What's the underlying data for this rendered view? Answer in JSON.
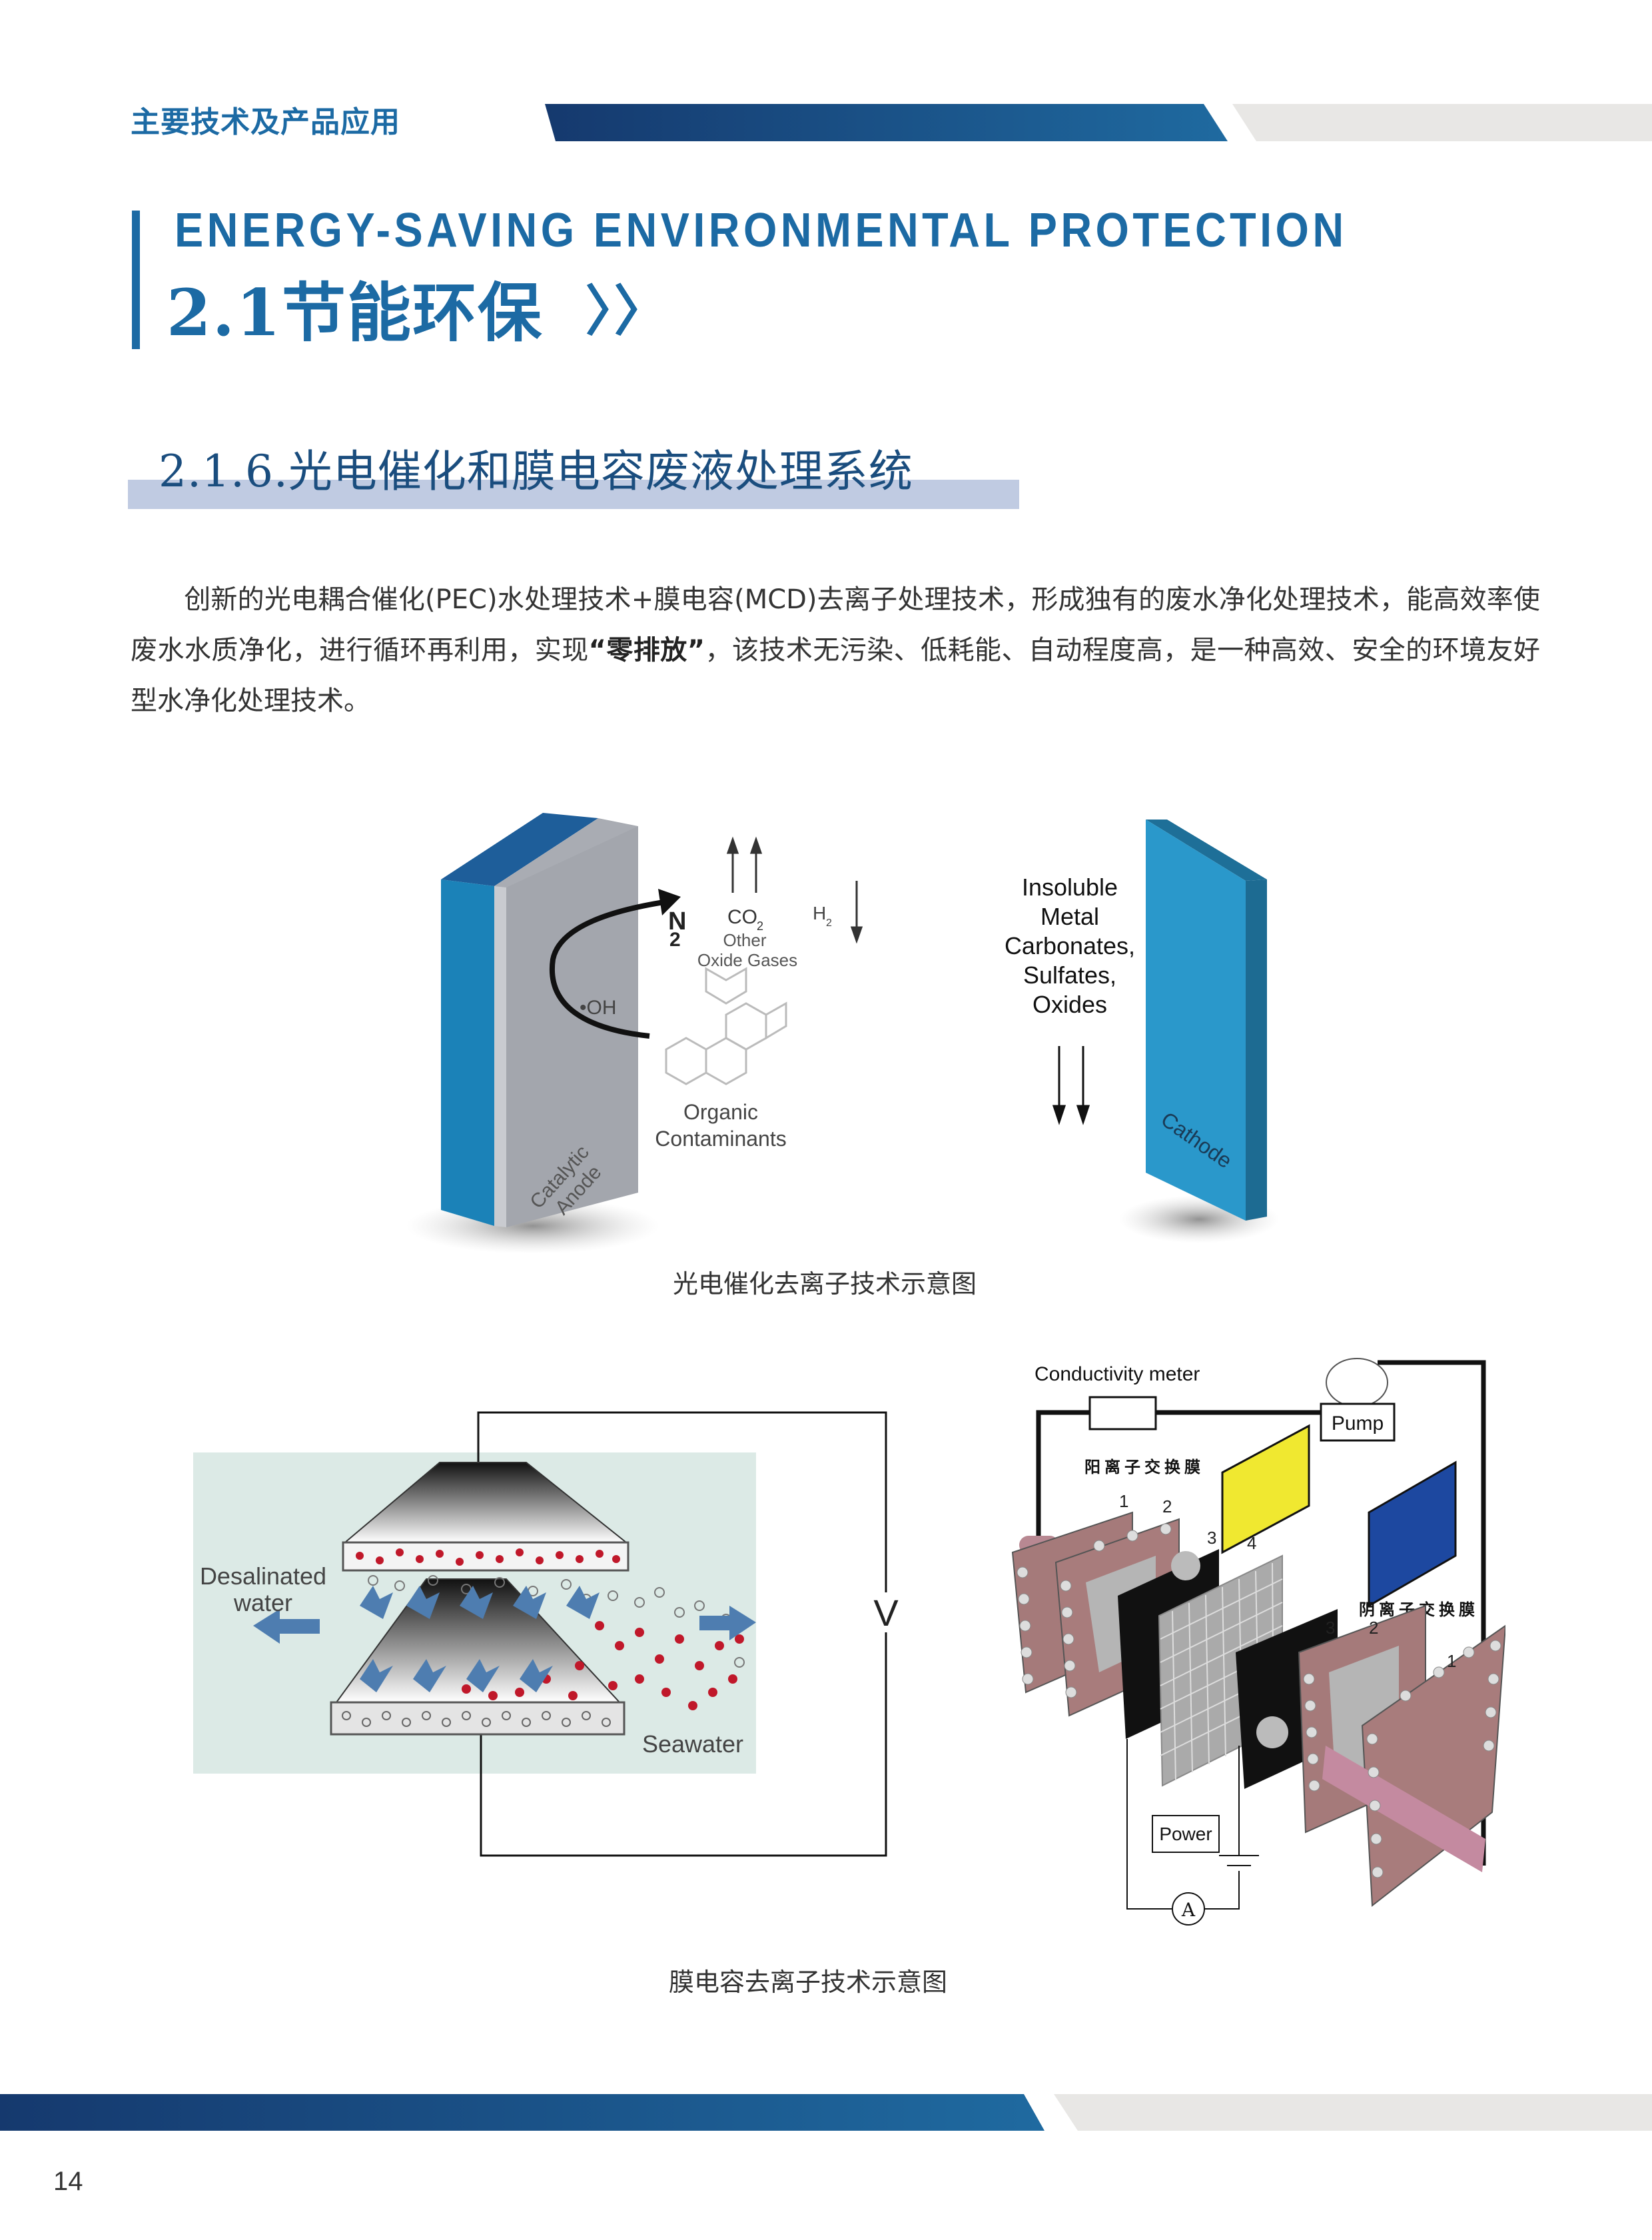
{
  "header": {
    "section_label": "主要技术及产品应用",
    "colors": {
      "blue_start": "#15396e",
      "blue_end": "#1f6aa0",
      "gray": "#e8e7e5",
      "accent": "#1c6aa4"
    }
  },
  "title": {
    "english": "ENERGY-SAVING ENVIRONMENTAL PROTECTION",
    "chinese": "2.1节能环保",
    "chevron": "〉〉"
  },
  "subsection": {
    "title": "2.1.6.光电催化和膜电容废液处理系统",
    "highlight_color": "#c0cbe2"
  },
  "body": {
    "paragraph_part1": "创新的光电耦合催化(PEC)水处理技术+膜电容(MCD)去离子处理技术，形成独有的废水净化处理技术，能高效率使废水水质净化，进行循环再利用，实现",
    "paragraph_bold": "“零排放”",
    "paragraph_part2": "，该技术无污染、低耗能、自动程度高，是一种高效、安全的环境友好型水净化处理技术。"
  },
  "figure1": {
    "caption": "光电催化去离子技术示意图",
    "labels": {
      "anode": "Catalytic Anode",
      "anode_line1": "Catalytic",
      "anode_line2": "Anode",
      "hydroxyl": "•OH",
      "n2": "N",
      "n2_sub": "2",
      "co2": "CO",
      "co2_sub": "2",
      "other_gases_line1": "Other",
      "other_gases_line2": "Oxide Gases",
      "h2": "H",
      "h2_sub": "2",
      "organic_line1": "Organic",
      "organic_line2": "Contaminants",
      "precip_line1": "Insoluble",
      "precip_line2": "Metal",
      "precip_line3": "Carbonates,",
      "precip_line4": "Sulfates,",
      "precip_line5": "Oxides",
      "cathode": "Cathode"
    }
  },
  "figure2": {
    "caption": "膜电容去离子技术示意图",
    "left_panel": {
      "desalinated_line1": "Desalinated",
      "desalinated_line2": "water",
      "seawater": "Seawater",
      "voltage": "V"
    },
    "right_panel": {
      "conductivity_meter": "Conductivity meter",
      "pump": "Pump",
      "cation_membrane": "阳离子交换膜",
      "anion_membrane": "阴离子交换膜",
      "power": "Power",
      "ammeter": "A",
      "part_numbers": {
        "n1": "1",
        "n2": "2",
        "n3": "3",
        "n4": "4"
      }
    }
  },
  "footer": {
    "page_number": "14"
  }
}
